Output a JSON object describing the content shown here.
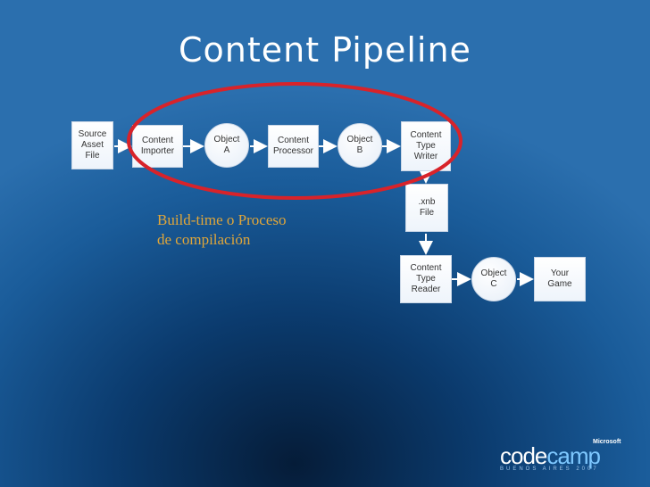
{
  "slide": {
    "title": "Content Pipeline",
    "caption": "Build-time o Proceso\nde compilación"
  },
  "nodes": {
    "source": "Source\nAsset\nFile",
    "importer": "Content\nImporter",
    "object_a": "Object\nA",
    "processor": "Content\nProcessor",
    "object_b": "Object\nB",
    "writer": "Content\nType\nWriter",
    "xnb": ".xnb\nFile",
    "reader": "Content\nType\nReader",
    "object_c": "Object\nC",
    "game": "Your\nGame"
  },
  "logo": {
    "brand": "Microsoft",
    "name_a": "code",
    "name_b": "camp",
    "subtitle": "BUENOS AIRES 2007"
  },
  "colors": {
    "highlight_ellipse": "#d8232a",
    "caption": "#e0a63a"
  }
}
